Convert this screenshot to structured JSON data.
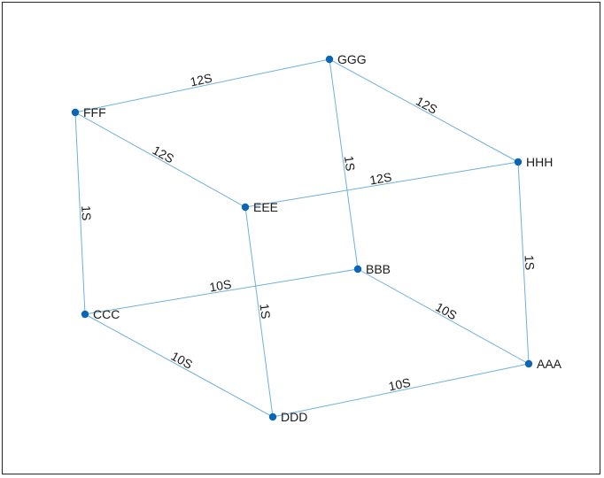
{
  "graph": {
    "nodes": [
      {
        "id": "AAA",
        "label": "AAA"
      },
      {
        "id": "BBB",
        "label": "BBB"
      },
      {
        "id": "CCC",
        "label": "CCC"
      },
      {
        "id": "DDD",
        "label": "DDD"
      },
      {
        "id": "EEE",
        "label": "EEE"
      },
      {
        "id": "FFF",
        "label": "FFF"
      },
      {
        "id": "GGG",
        "label": "GGG"
      },
      {
        "id": "HHH",
        "label": "HHH"
      }
    ],
    "edges": [
      {
        "source": "FFF",
        "target": "GGG",
        "label": "12S"
      },
      {
        "source": "FFF",
        "target": "EEE",
        "label": "12S"
      },
      {
        "source": "GGG",
        "target": "HHH",
        "label": "12S"
      },
      {
        "source": "EEE",
        "target": "HHH",
        "label": "12S"
      },
      {
        "source": "FFF",
        "target": "CCC",
        "label": "1S"
      },
      {
        "source": "GGG",
        "target": "BBB",
        "label": "1S"
      },
      {
        "source": "EEE",
        "target": "DDD",
        "label": "1S"
      },
      {
        "source": "HHH",
        "target": "AAA",
        "label": "1S"
      },
      {
        "source": "CCC",
        "target": "BBB",
        "label": "10S"
      },
      {
        "source": "BBB",
        "target": "AAA",
        "label": "10S"
      },
      {
        "source": "CCC",
        "target": "DDD",
        "label": "10S"
      },
      {
        "source": "DDD",
        "target": "AAA",
        "label": "10S"
      }
    ],
    "colors": {
      "edge": "#6fb0dc",
      "node": "#0a66b7",
      "text": "#1a1a1a",
      "frame": "#262626"
    }
  }
}
